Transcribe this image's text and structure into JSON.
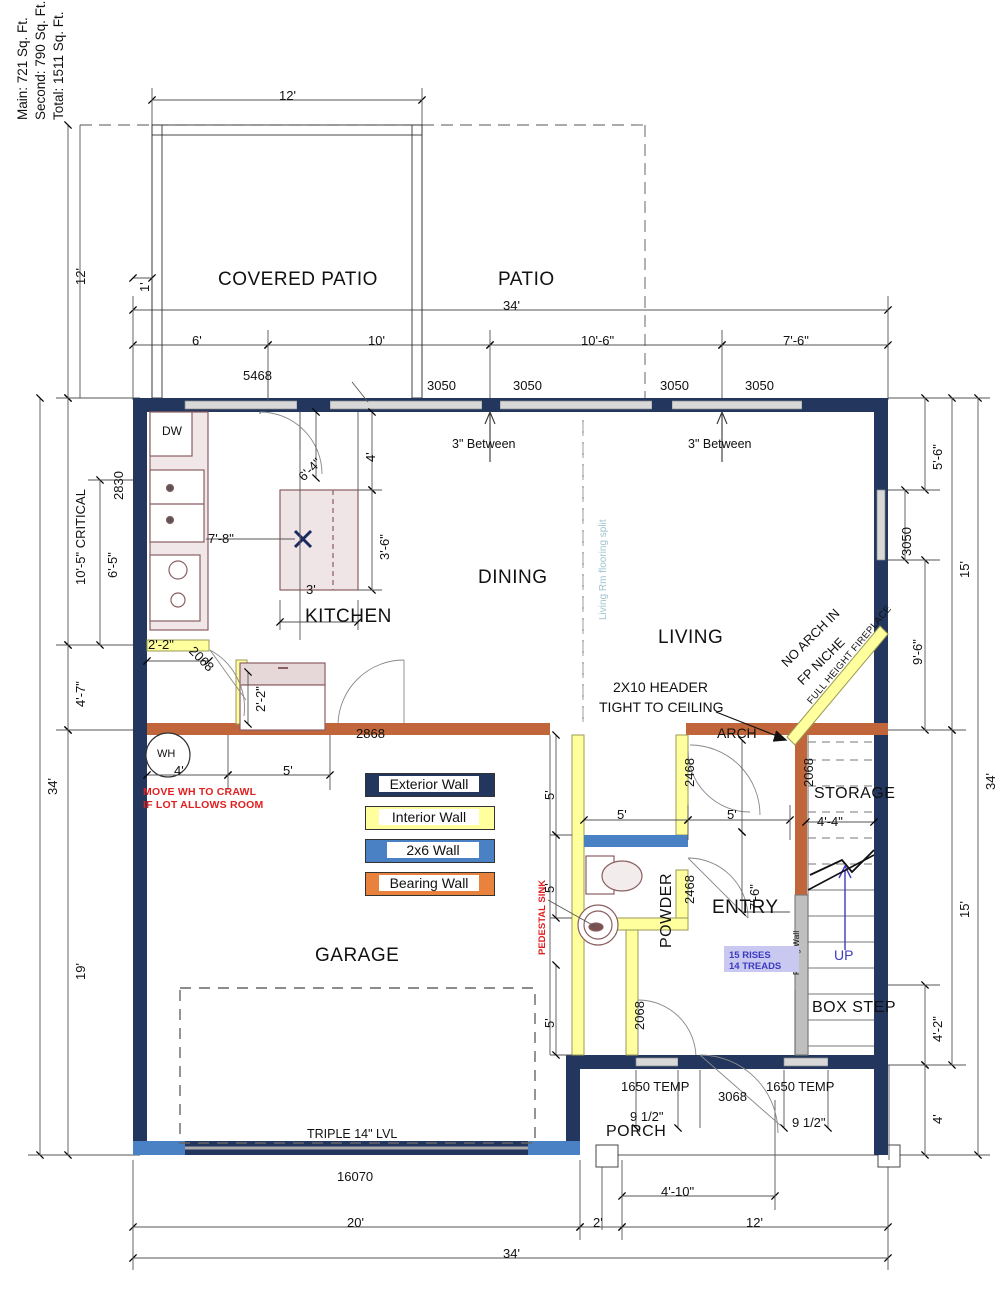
{
  "sheet": {
    "areas": [
      "Main: 721 Sq. Ft.",
      "Second: 790 Sq. Ft.",
      "Total: 1511 Sq. Ft."
    ]
  },
  "rooms": [
    {
      "key": "covered_patio",
      "label": "COVERED PATIO"
    },
    {
      "key": "patio",
      "label": "PATIO"
    },
    {
      "key": "kitchen",
      "label": "KITCHEN"
    },
    {
      "key": "dining",
      "label": "DINING"
    },
    {
      "key": "living",
      "label": "LIVING"
    },
    {
      "key": "garage",
      "label": "GARAGE"
    },
    {
      "key": "powder",
      "label": "POWDER"
    },
    {
      "key": "entry",
      "label": "ENTRY"
    },
    {
      "key": "storage",
      "label": "STORAGE"
    },
    {
      "key": "porch",
      "label": "PORCH"
    },
    {
      "key": "box_step",
      "label": "BOX STEP"
    }
  ],
  "legend": {
    "items": [
      {
        "label": "Exterior Wall",
        "color": "#22365e"
      },
      {
        "label": "Interior Wall",
        "color": "#ffff9e"
      },
      {
        "label": "2x6 Wall",
        "color": "#4a81c4"
      },
      {
        "label": "Bearing Wall",
        "color": "#c0663a"
      }
    ]
  },
  "dimensions": {
    "top": {
      "patio_width": "12'",
      "overall": "34'",
      "segments": [
        "6'",
        "10'",
        "10'-6\"",
        "7'-6\""
      ],
      "offset": "1'"
    },
    "left": {
      "patio_depth": "12'",
      "critical": "10'-5\" CRITICAL",
      "kitchen_window": "6'-5\"",
      "seg_4_7": "4'-7\"",
      "garage_depth": "19'",
      "overall": "34'"
    },
    "right": {
      "seg_5_6": "5'-6\"",
      "seg_9_6": "9'-6\"",
      "upper_total": "15'",
      "lower_total": "15'",
      "seg_4_2": "4'-2\"",
      "seg_4": "4'",
      "overall": "34'"
    },
    "bottom": {
      "garage": "20'",
      "porch": "2'",
      "entry": "12'",
      "overall": "34'",
      "porch_width": "4'-10\""
    },
    "kitchen": {
      "island_to_sink": "7'-8\"",
      "island_width": "3'",
      "island_depth": "3'-6\"",
      "pantry_depth": "6'-4\"",
      "island_top": "4'",
      "door_offset": "2'-2\"",
      "fridge": "2'-2\""
    },
    "garage_notes": {
      "wh_offset": "4'",
      "wh_to_wall": "5'"
    },
    "powder": {
      "wall_a": "5'",
      "wall_b": "5'",
      "wall_c": "5'",
      "wall_d": "5'",
      "wall_e": "5'",
      "entry_wall": "5'"
    },
    "entry": {
      "stair_depth": "7'-6\"",
      "storage_width": "4'-4\""
    },
    "porch_detail": {
      "left_jamb": "9 1/2\"",
      "right_jamb": "9 1/2\""
    }
  },
  "tags": {
    "windows": [
      "5468",
      "3050",
      "3050",
      "3050",
      "3050",
      "3050"
    ],
    "doors": [
      "2830",
      "2068",
      "2868",
      "2468",
      "2468",
      "2068",
      "3068"
    ],
    "garage_door": "16070",
    "temp_glass_left": "1650 TEMP",
    "temp_glass_right": "1650 TEMP"
  },
  "notes": {
    "between_left": "3\" Between",
    "between_right": "3\" Between",
    "header": "2X10 HEADER\nTIGHT TO CEILING",
    "header_line1": "2X10 HEADER",
    "header_line2": "TIGHT TO CEILING",
    "arch": "ARCH",
    "fp_niche_line1": "NO ARCH IN",
    "fp_niche_line2": "FP NICHE",
    "fireplace": "FULL HEIGHT FIREPLACE",
    "flooring_split": "Living Rm flooring split",
    "water_heater": "WH",
    "move_wh_line1": "MOVE WH TO CRAWL",
    "move_wh_line2": "IF LOT ALLOWS ROOM",
    "pedestal_sink": "PEDESTAL SINK",
    "railing_wall": "Railing Wall",
    "stairs_up": "UP",
    "stair_count_line1": "15 RISES",
    "stair_count_line2": "14 TREADS",
    "lvl": "TRIPLE 14\" LVL",
    "dishwasher": "DW"
  },
  "colors": {
    "exterior_wall": "#22365e",
    "interior_wall": "#ffff9e",
    "wall_2x6": "#4a81c4",
    "bearing_wall": "#c0663a",
    "annotation_red": "#e02020",
    "annotation_blue": "#3b3bbf",
    "flooring_split": "#9fc3cf"
  }
}
